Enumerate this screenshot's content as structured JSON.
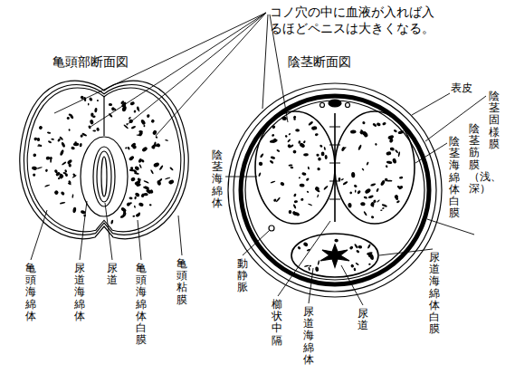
{
  "diagram": {
    "labels": [
      "コノ穴の中に血液が入れば入 るほどペニスは大きくなる。",
      "亀頭部断面図",
      "陰茎断面図",
      "表皮",
      "陰茎固様膜",
      "陰茎海綿体",
      "陰茎筋膜（浅、深）",
      "陰茎海綿体白膜",
      "動静脈",
      "櫛状中隔",
      "尿道海綿体",
      "尿道",
      "尿道海綿体白膜",
      "亀頭海綿体",
      "尿道海綿体",
      "尿道",
      "亀頭海綿体白膜",
      "亀頭粘膜"
    ]
  }
}
